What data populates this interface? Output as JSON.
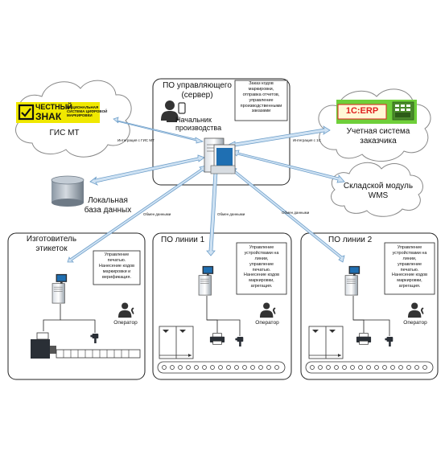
{
  "server": {
    "title_line1": "ПО управляющего",
    "title_line2": "(сервер)",
    "role_line1": "Начальник",
    "role_line2": "производства",
    "note": [
      "Заказ кодов",
      "маркировки,",
      "отправка отчетов,",
      "управление",
      "производственными",
      "заказами"
    ]
  },
  "gis": {
    "logo_word1": "ЧЕСТНЫЙ",
    "logo_word2": "ЗНАК",
    "logo_tagline": [
      "НАЦИОНАЛЬНАЯ",
      "СИСТЕМА ЦИФРОВОЙ",
      "МАРКИРОВКИ"
    ],
    "label": "ГИС МТ",
    "integration": [
      "Интеграция с ГИС МТ"
    ]
  },
  "erp": {
    "logo": "1С:ERP",
    "label_line1": "Учетная система",
    "label_line2": "заказчика",
    "integration": "Интеграция с 1С"
  },
  "wms": {
    "label_line1": "Складской модуль",
    "label_line2": "WMS"
  },
  "db": {
    "label_line1": "Локальная",
    "label_line2": "база данных"
  },
  "exchange": {
    "label": "Обмен данными"
  },
  "labeler": {
    "title_line1": "Изготовитель",
    "title_line2": "этикеток",
    "note": [
      "Управление",
      "печатью.",
      "Нанесение кодов",
      "маркировки и",
      "верификация."
    ],
    "operator": "Оператор"
  },
  "line1": {
    "title": "ПО линии 1",
    "note": [
      "Управление",
      "устройствами на",
      "линии,",
      "управление",
      "печатью.",
      "Нанесение кодов",
      "маркировки,",
      "агрегация."
    ],
    "operator": "Оператор"
  },
  "line2": {
    "title": "ПО линии 2",
    "note": [
      "Управление",
      "устройствами на",
      "линии,",
      "управление",
      "печатью.",
      "Нанесение кодов",
      "маркировки,",
      "агрегация."
    ],
    "operator": "Оператор"
  },
  "colors": {
    "arrow_fill": "#cfe2f3",
    "arrow_stroke": "#6d9ec9",
    "gis_yellow": "#f0e800",
    "erp_green": "#6fcf3a",
    "erp_red": "#e02020",
    "monitor_blue": "#1f6fb2",
    "cloud_stroke": "#888888"
  }
}
